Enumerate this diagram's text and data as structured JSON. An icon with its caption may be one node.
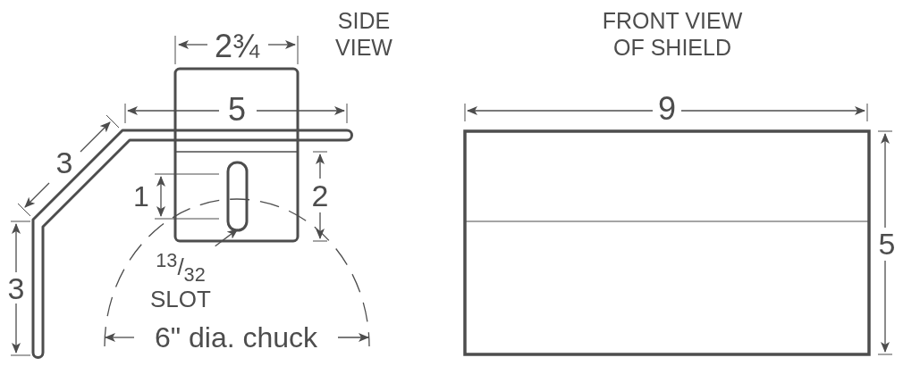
{
  "diagram": {
    "nodes": [
      {
        "text": [
          "$^{13}$/$_{32}$ SLOT"
        ]
      },
      {
        "text": [],
        "shape": "box"
      }
    ],
    "edges": [
      {
        "from": 0,
        "to": 1,
        "arrow": "to"
      }
    ],
    "labels": [
      "SIDE VIEW",
      "FRONT VIEW OF SHIELD",
      "2¾",
      "5",
      "9",
      "3",
      "1",
      "2",
      "5",
      "3",
      "6\" dia. chuck"
    ]
  }
}
